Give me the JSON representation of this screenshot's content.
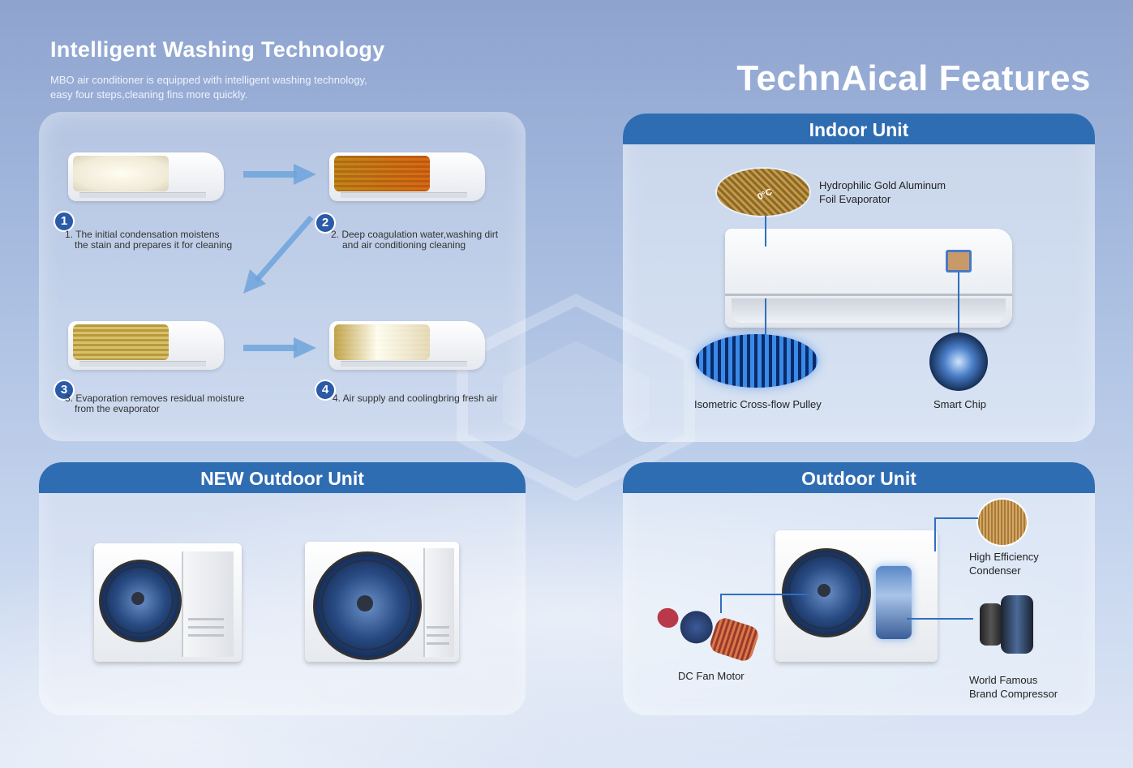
{
  "header": {
    "title": "Intelligent Washing Technology",
    "subtitle_line1": "MBO air conditioner is equipped with intelligent washing technology,",
    "subtitle_line2": "easy four steps,cleaning fins more quickly.",
    "main_title": "TechnAical Features"
  },
  "washing": {
    "steps": [
      {
        "num": "1",
        "line1": "1. The initial condensation moistens",
        "line2": "the stain and prepares it for cleaning"
      },
      {
        "num": "2",
        "line1": "2. Deep coagulation water,washing dirt",
        "line2": "and air conditioning cleaning"
      },
      {
        "num": "3",
        "line1": "3. Evaporation removes residual moisture",
        "line2": "from the evaporator"
      },
      {
        "num": "4",
        "line1": "4. Air supply and coolingbring fresh air",
        "line2": ""
      }
    ]
  },
  "indoor": {
    "title": "Indoor Unit",
    "evaporator_line1": "Hydrophilic Gold Aluminum",
    "evaporator_line2": "Foil Evaporator",
    "evaporator_badge": "0°C",
    "pulley": "Isometric Cross-flow Pulley",
    "chip": "Smart Chip"
  },
  "new_outdoor": {
    "title": "NEW Outdoor Unit"
  },
  "outdoor": {
    "title": "Outdoor Unit",
    "condenser_line1": "High Efficiency",
    "condenser_line2": "Condenser",
    "motor": "DC Fan Motor",
    "compressor_line1": "World Famous",
    "compressor_line2": "Brand Compressor"
  },
  "colors": {
    "accent": "#2f6db3",
    "step_badge": "#2a5aa8",
    "connector": "#2e6fc0"
  }
}
